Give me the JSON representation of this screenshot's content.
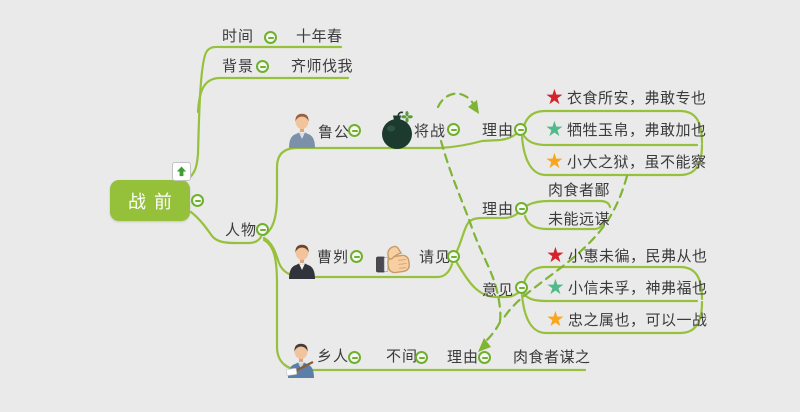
{
  "colors": {
    "background": "#EAEAEA",
    "branch": "#97C13C",
    "root_fill": "#94C03A",
    "root_text": "#FFFFFF",
    "collapse_icon": "#6FB12C",
    "relationship_arrow": "#7FB435",
    "star_red": "#D5232E",
    "star_green": "#52B98B",
    "star_orange": "#F8A61B",
    "text": "#3B3B3B"
  },
  "icons": {
    "star": "★",
    "collapse": "minus-circle",
    "nav_up": "up-arrow",
    "lugong_marker": "person",
    "caogui_marker": "person",
    "xiangren_marker": "person-with-tool",
    "jiangzhan_marker": "bomb",
    "qingjian_marker": "thumbs-up"
  },
  "root": {
    "label": "战前"
  },
  "time": {
    "label": "时间",
    "value": "十年春"
  },
  "background": {
    "label": "背景",
    "value": "齐师伐我"
  },
  "people": {
    "label": "人物"
  },
  "lugong": {
    "person": "鲁公",
    "stance": "将战",
    "reason_label": "理由",
    "reasons": [
      "衣食所安，弗敢专也",
      "牺牲玉帛，弗敢加也",
      "小大之狱，虽不能察"
    ]
  },
  "caogui": {
    "person": "曹刿",
    "stance": "请见",
    "reason_label": "理由",
    "reasons": [
      "肉食者鄙",
      "未能远谋"
    ],
    "opinion_label": "意见",
    "opinions": [
      "小惠未徧，民弗从也",
      "小信未孚，神弗福也",
      "忠之属也，可以一战"
    ]
  },
  "xiangren": {
    "person": "乡人",
    "stance": "不间",
    "reason_label": "理由",
    "reason": "肉食者谋之"
  }
}
